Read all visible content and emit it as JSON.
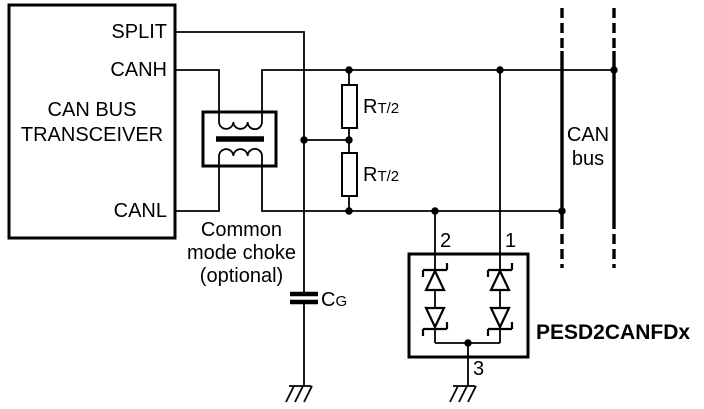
{
  "transceiver": {
    "name_line1": "CAN BUS",
    "name_line2": "TRANSCEIVER",
    "pin_split": "SPLIT",
    "pin_canh": "CANH",
    "pin_canl": "CANL"
  },
  "choke": {
    "caption_line1": "Common",
    "caption_line2": "mode choke",
    "caption_line3": "(optional)"
  },
  "termination": {
    "r_top_main": "R",
    "r_top_sub": "T/2",
    "r_bottom_main": "R",
    "r_bottom_sub": "T/2"
  },
  "capacitor": {
    "main": "C",
    "sub": "G"
  },
  "esd_device": {
    "part_number": "PESD2CANFDx",
    "pin1_label": "1",
    "pin2_label": "2",
    "pin3_label": "3"
  },
  "bus": {
    "label_line1": "CAN",
    "label_line2": "bus"
  },
  "colors": {
    "line": "#000000",
    "background": "#ffffff"
  }
}
